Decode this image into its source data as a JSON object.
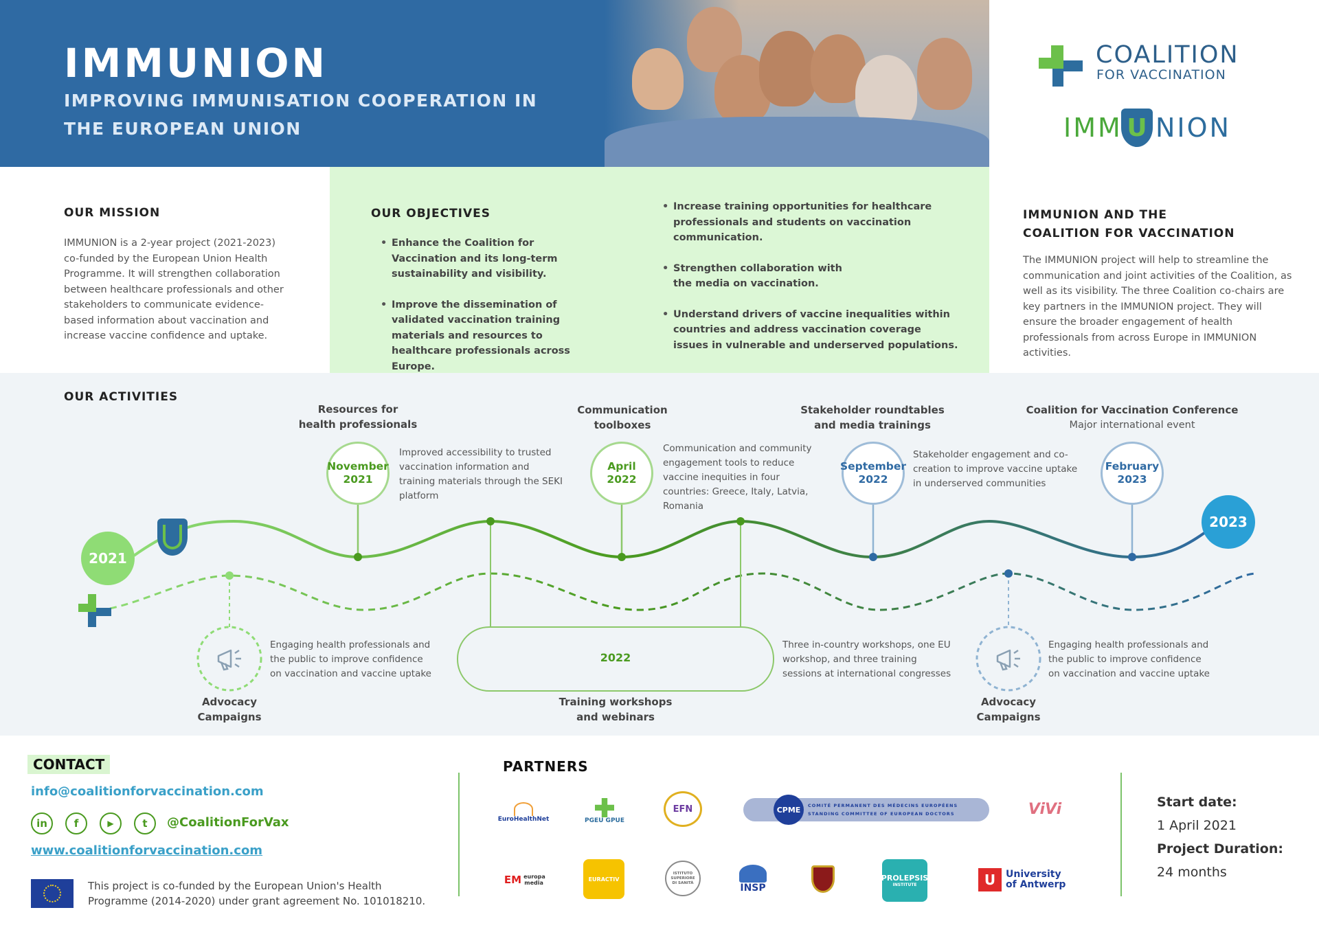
{
  "header": {
    "title": "IMMUNION",
    "subtitle": "IMPROVING IMMUNISATION COOPERATION IN THE EUROPEAN UNION"
  },
  "logos": {
    "coalition_line1": "COALITION",
    "coalition_line2": "FOR VACCINATION",
    "immunion_left": "IMM",
    "immunion_shield": "U",
    "immunion_right": "NION"
  },
  "mission": {
    "heading": "OUR MISSION",
    "text": "IMMUNION is a 2-year project (2021-2023) co-funded by the European Union Health Programme. It will strengthen collaboration between healthcare professionals and other stakeholders to communicate evidence-based information about vaccination and increase vaccine confidence and uptake."
  },
  "objectives": {
    "heading": "OUR OBJECTIVES",
    "left": [
      "Enhance the Coalition for Vaccination and its long-term sustainability and visibility.",
      "Improve the dissemination of validated vaccination training materials and resources to healthcare professionals across Europe."
    ],
    "right": [
      "Increase training opportunities for healthcare professionals and students on vaccination communication.",
      "Strengthen collaboration with the media on vaccination.",
      "Understand drivers of vaccine inequalities within countries and address vaccination coverage issues in vulnerable and underserved populations."
    ]
  },
  "coalition_section": {
    "heading_line1": "IMMUNION AND THE",
    "heading_line2": "COALITION FOR VACCINATION",
    "text": "The IMMUNION project will help to streamline the communication and joint activities of the Coalition, as well as its visibility. The three Coalition co-chairs are key partners in the IMMUNION project. They will ensure the broader engagement of health professionals from across Europe in IMMUNION activities."
  },
  "activities": {
    "heading": "OUR ACTIVITIES",
    "start_year": "2021",
    "end_year": "2023",
    "top": [
      {
        "title_line1": "Resources for",
        "title_line2": "health professionals",
        "date_line1": "November",
        "date_line2": "2021",
        "desc": "Improved accessibility to trusted vaccination information and training materials through the SEKI platform",
        "color": "#4a9a1f"
      },
      {
        "title_line1": "Communication",
        "title_line2": "toolboxes",
        "date_line1": "April",
        "date_line2": "2022",
        "desc": "Communication and community engagement tools to reduce vaccine inequities in four countries: Greece, Italy, Latvia, Romania",
        "color": "#4a9a1f"
      },
      {
        "title_line1": "Stakeholder roundtables",
        "title_line2": "and media trainings",
        "date_line1": "September",
        "date_line2": "2022",
        "desc": "Stakeholder engagement and co-creation to improve vaccine uptake in underserved communities",
        "color": "#2f6aa3"
      },
      {
        "title_line1": "Coalition for Vaccination Conference",
        "title_line2": "Major international event",
        "date_line1": "February",
        "date_line2": "2023",
        "desc": "",
        "color": "#2f6aa3"
      }
    ],
    "bottom": [
      {
        "title_line1": "Advocacy",
        "title_line2": "Campaigns",
        "desc": "Engaging health professionals and the public to improve confidence on vaccination and vaccine uptake"
      },
      {
        "title_line1": "Training workshops",
        "title_line2": "and webinars",
        "pill": "2022",
        "desc": "Three in-country workshops, one EU workshop, and three training sessions at international congresses"
      },
      {
        "title_line1": "Advocacy",
        "title_line2": "Campaigns",
        "desc": "Engaging health professionals and the public to improve confidence on vaccination and vaccine uptake"
      }
    ]
  },
  "contact": {
    "label": "CONTACT",
    "email": "info@coalitionforvaccination.com",
    "social": [
      "in",
      "f",
      "▶",
      "t"
    ],
    "handle": "@CoalitionForVax",
    "website": "www.coalitionforvaccination.com",
    "eu_note": "This project is co-funded by the European Union's Health Programme (2014-2020) under grant agreement No. 101018210."
  },
  "partners": {
    "heading": "PARTNERS",
    "row1": [
      "EuroHealthNet",
      "PGEU GPUE",
      "EFN",
      "CPME",
      "COMITÉ PERMANENT DES MÉDECINS EUROPÉENS",
      "STANDING COMMITTEE OF EUROPEAN DOCTORS",
      "ViVi"
    ],
    "row2": [
      "europa media",
      "EURACTIV",
      "ISTITUTO SUPERIORE DI SANITÀ",
      "INSP",
      "PROLEPSIS",
      "INSTITUTE",
      "University",
      "of Antwerp"
    ]
  },
  "project": {
    "start_label": "Start date:",
    "start_value": "1 April 2021",
    "duration_label": "Project Duration:",
    "duration_value": "24 months"
  }
}
